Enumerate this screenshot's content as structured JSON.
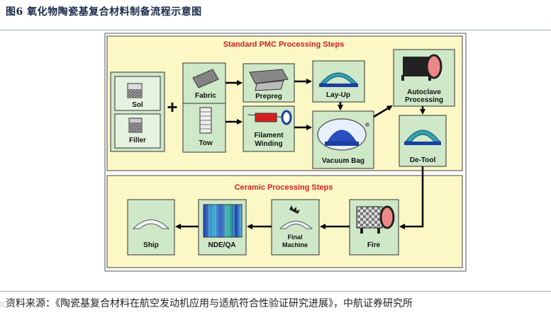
{
  "figure": {
    "title": "图6  氧化物陶瓷基复合材料制备流程示意图",
    "source": "资料来源：《陶瓷基复合材料在航空发动机应用与适航符合性验证研究进展》，中航证券研究所",
    "watermark": "ICS"
  },
  "diagram": {
    "pmc_section_title": "Standard PMC Processing Steps",
    "ceramic_section_title": "Ceramic Processing Steps",
    "plus_sign": "+",
    "steps": {
      "sol": "Sol",
      "filler": "Filler",
      "fabric": "Fabric",
      "tow": "Tow",
      "prepreg": "Prepreg",
      "filament_winding_line1": "Filament",
      "filament_winding_line2": "Winding",
      "layup": "Lay-Up",
      "vacuum_bag": "Vacuum Bag",
      "autoclave_line1": "Autoclave",
      "autoclave_line2": "Processing",
      "detool": "De-Tool",
      "fire": "Fire",
      "final_machine_line1": "Final",
      "final_machine_line2": "Machine",
      "nde_qa": "NDE/QA",
      "ship": "Ship"
    }
  }
}
